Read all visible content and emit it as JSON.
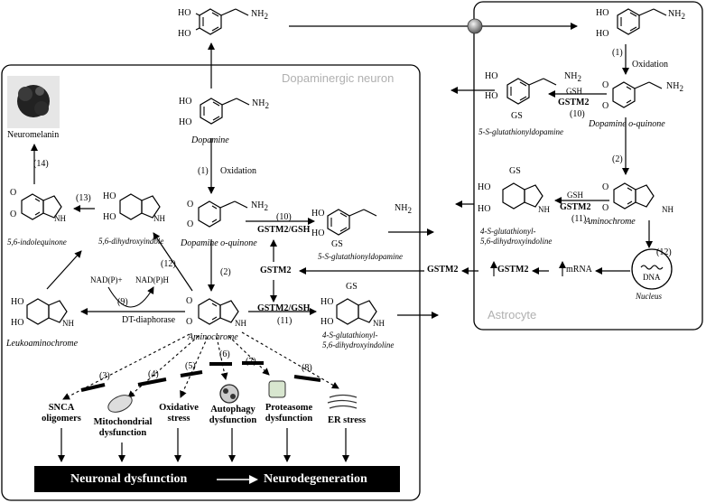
{
  "regions": {
    "neuron": "Dopaminergic neuron",
    "astrocyte": "Astrocyte"
  },
  "molecules": {
    "dopamine": "Dopamine",
    "dopamine_o_quinone": "Dopamine o-quinone",
    "aminochrome": "Aminochrome",
    "s_glut_dopamine": "5-S-glutathionyldopamine",
    "s_glut_dihydroxyindoline_1": "4-S-glutathionyl-",
    "s_glut_dihydroxyindoline_2": "5,6-dihydroxyindoline",
    "dihydroxyindole": "5,6-dihydroxyindole",
    "indolequinone": "5,6-indolequinone",
    "leukoaminochrome": "Leukoaminochrome",
    "neuromelanin": "Neuromelanin"
  },
  "astro_molecules": {
    "dopamine_o_quinone": "Dopamine o-quinone",
    "aminochrome": "Aminochrome",
    "s_glut_dopamine": "5-S-glutathionyldopamine",
    "s_glut_dihydroxyindoline_1": "4-S-glutathionyl-",
    "s_glut_dihydroxyindoline_2": "5,6-dihydroxyindoline",
    "nucleus": "Nucleus",
    "dna": "DNA",
    "mrna": "mRNA"
  },
  "atoms": {
    "nh2": "NH",
    "two": "2",
    "ho": "HO",
    "o": "O",
    "gs": "GS",
    "nh": "NH"
  },
  "reactions": {
    "oxidation": "Oxidation",
    "gstm2_gsh": "GSTM2/GSH",
    "gstm2": "GSTM2",
    "gsh": "GSH",
    "dt_diaphorase": "DT-diaphorase",
    "nadp_plus": "NAD(P)+",
    "nadph": "NAD(P)H"
  },
  "steps": {
    "s1": "(1)",
    "s2": "(2)",
    "s3": "(3)",
    "s4": "(4)",
    "s5": "(5)",
    "s6": "(6)",
    "s7": "(7)",
    "s8": "(8)",
    "s9": "(9)",
    "s10": "(10)",
    "s11": "(11)",
    "s12": "(12)",
    "s13": "(13)",
    "s14": "(14)"
  },
  "effects": {
    "snca_1": "SNCA",
    "snca_2": "oligomers",
    "mito_1": "Mitochondrial",
    "mito_2": "dysfunction",
    "ox_1": "Oxidative",
    "ox_2": "stress",
    "auto_1": "Autophagy",
    "auto_2": "dysfunction",
    "prot_1": "Proteasome",
    "prot_2": "dysfunction",
    "er": "ER stress"
  },
  "outcome": {
    "neuronal_dysfunction": "Neuronal dysfunction",
    "neurodegeneration": "Neurodegeneration"
  }
}
